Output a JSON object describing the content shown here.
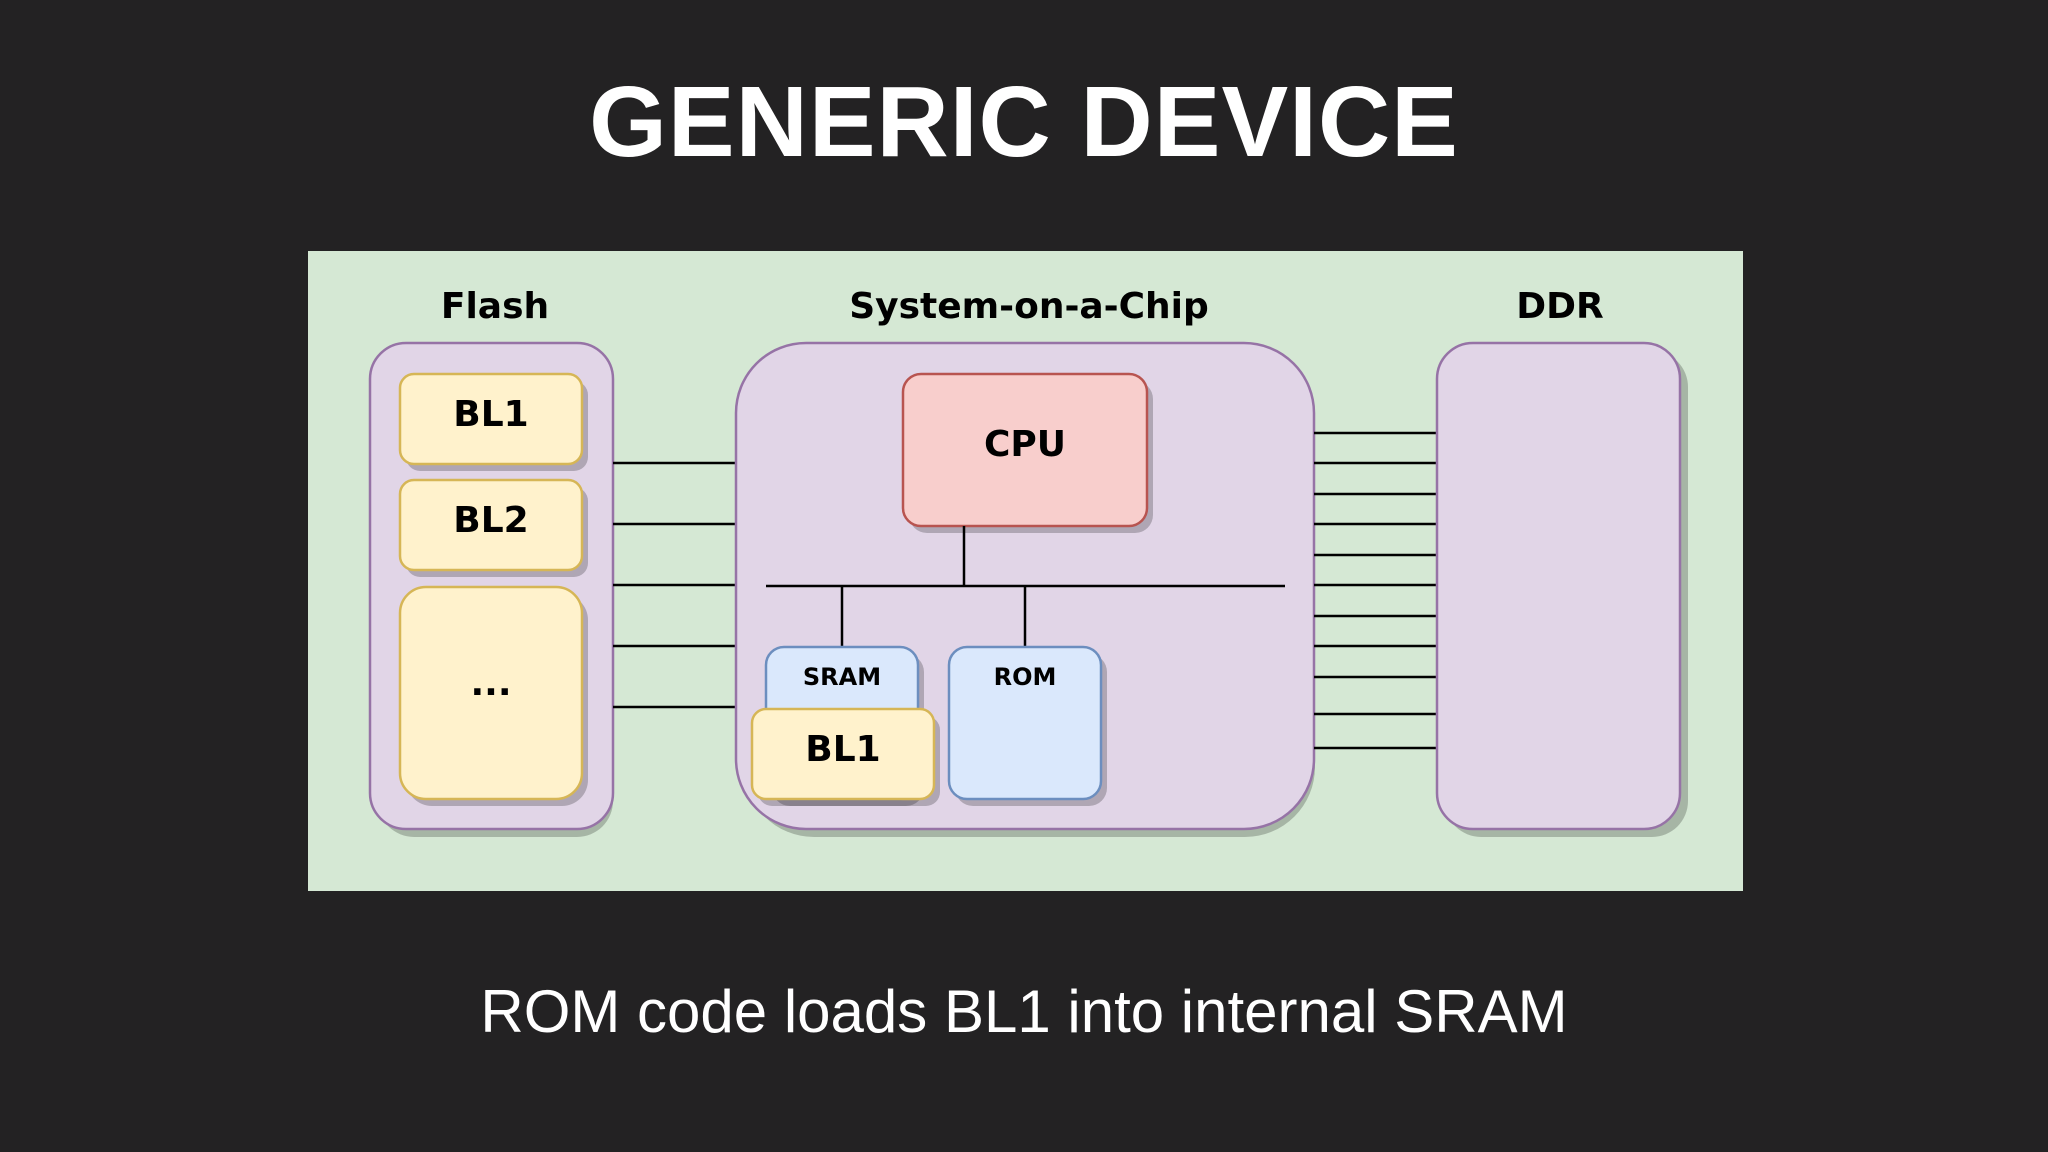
{
  "title": "GENERIC DEVICE",
  "caption": "ROM code loads BL1 into internal SRAM",
  "diagram": {
    "flash": {
      "label": "Flash",
      "blocks": [
        "BL1",
        "BL2",
        "..."
      ]
    },
    "soc": {
      "label": "System-on-a-Chip",
      "cpu": "CPU",
      "sram": "SRAM",
      "sram_content": "BL1",
      "rom": "ROM"
    },
    "ddr": {
      "label": "DDR"
    }
  },
  "colors": {
    "background": "#232223",
    "board": "#d5e8d4",
    "container": "#e1d5e7",
    "container_border": "#9673a6",
    "block": "#fff2cc",
    "block_border": "#d6b656",
    "cpu": "#f8cecc",
    "cpu_border": "#b85450",
    "memory": "#dae8fc",
    "memory_border": "#6c8ebf"
  }
}
